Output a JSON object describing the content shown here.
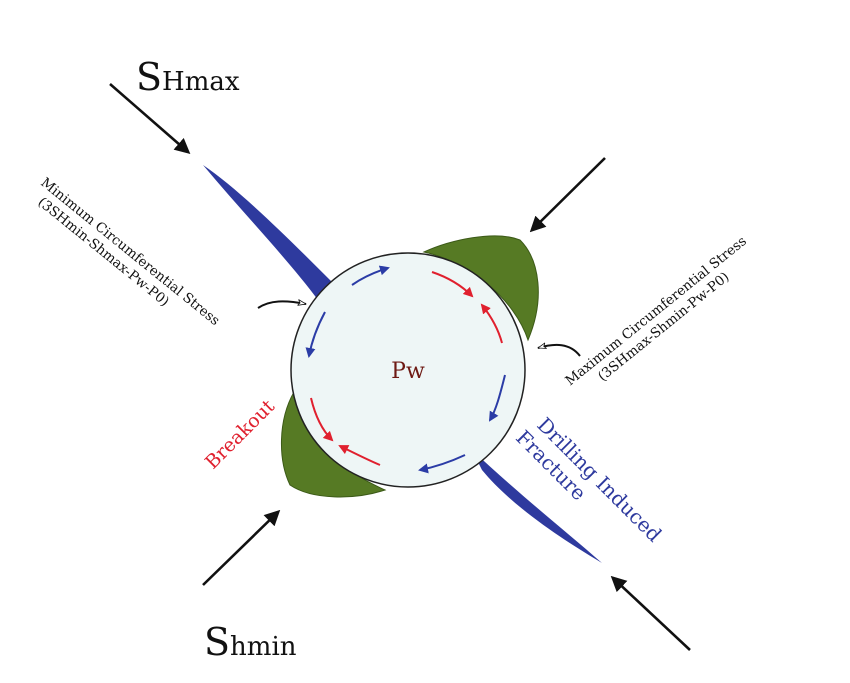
{
  "labels": {
    "shmax_main": "S",
    "shmax_sub": "Hmax",
    "shmin_main": "S",
    "shmin_sub": "hmin",
    "pw": "Pw",
    "breakout": "Breakout",
    "fracture_line1": "Drilling Induced",
    "fracture_line2": "Fracture",
    "min_stress_line1": "Minimum Circumferential  Stress",
    "min_stress_line2": "(3SHmin-Shmax-Pw-P0)",
    "max_stress_line1": "Maximum Circumferential  Stress",
    "max_stress_line2": "(3SHmax-Shmin-Pw-P0)"
  },
  "colors": {
    "fracture": "#2e3a9e",
    "breakout": "#567a24",
    "wellbore_fill": "#eef6f6",
    "arrow_blue": "#2b3ca6",
    "arrow_red": "#e0202e",
    "pw_text": "#6e1a14",
    "breakout_text": "#e0202e",
    "fracture_text": "#2e3a9e"
  }
}
